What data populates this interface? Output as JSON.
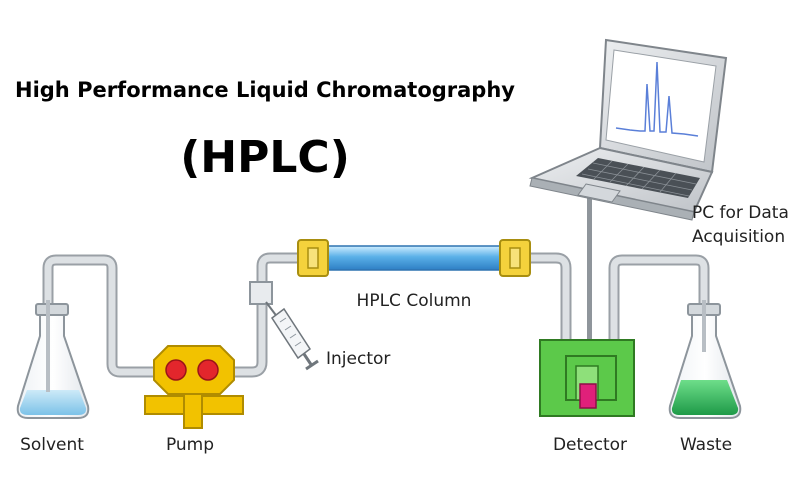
{
  "title": "High Performance Liquid Chromatography",
  "abbreviation": "(HPLC)",
  "components": {
    "solvent": "Solvent",
    "pump": "Pump",
    "injector": "Injector",
    "column": "HPLC Column",
    "detector": "Detector",
    "waste": "Waste",
    "pc_line1": "PC for Data",
    "pc_line2": "Acquisition"
  },
  "colors": {
    "tube": "#c4c8cc",
    "pump": "#f2c200",
    "pump_valve": "#e3262c",
    "column": "#5ab0e8",
    "column_fitting": "#f4d23c",
    "detector": "#5cc94a",
    "detector_cell": "#e0207a",
    "solvent_liquid": "#a8d8f0",
    "waste_liquid": "#34b85a"
  },
  "icons": {
    "flask": "erlenmeyer-flask-icon",
    "pump": "pump-icon",
    "syringe": "syringe-icon",
    "laptop": "laptop-icon"
  }
}
